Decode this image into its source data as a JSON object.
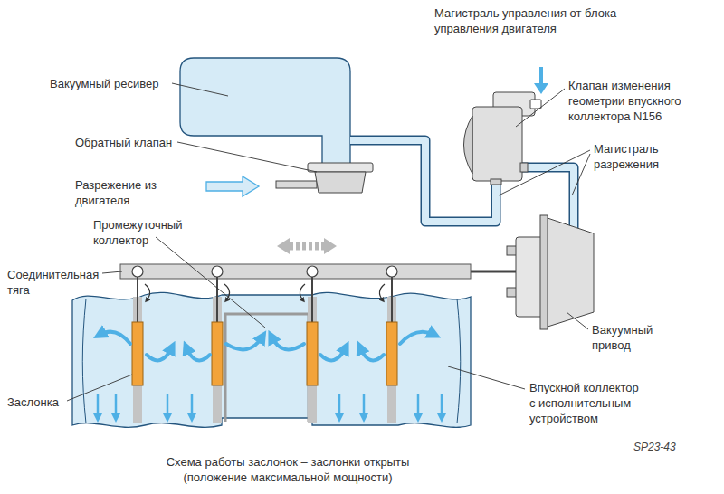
{
  "diagram": {
    "caption": "Схема работы заслонок – заслонки открыты (положение максимальной мощности)",
    "labels": [
      "Магистраль управления от блока управления двигателя",
      "Вакуумный ресивер",
      "Клапан изменения геометрии впускного коллектора N156",
      "Обратный клапан",
      "Магистраль разрежения",
      "Разрежение из двигателя",
      "Промежуточный коллектор",
      "Соединительная тяга",
      "Вакуумный привод",
      "Заслонка",
      "Впускной коллектор с исполнительным устройством",
      "SP23-43"
    ]
  }
}
